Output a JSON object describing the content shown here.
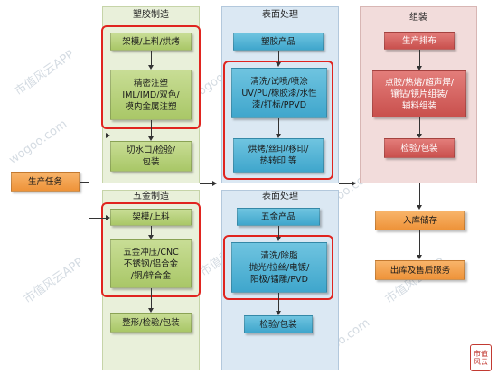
{
  "injection": {
    "title": "塑胶制造",
    "step1": "架模/上料/烘烤",
    "step2": "精密注塑\nIML/IMD/双色/\n模内金属注塑",
    "step3": "切水口/检验/\n包装"
  },
  "hardware": {
    "title": "五金制造",
    "step1": "架模/上料",
    "step2": "五金冲压/CNC\n不锈钢/铝合金\n/铜/锌合金",
    "step3": "整形/检验/包装"
  },
  "start": {
    "label": "生产任务"
  },
  "surface_plastic": {
    "title": "表面处理",
    "product": "塑胶产品",
    "step1": "清洗/试喷/喷涂\nUV/PU/橡胶漆/水性\n漆/打标/PPVD",
    "step2": "烘烤/丝印/移印/\n热转印  等"
  },
  "surface_metal": {
    "title": "表面处理",
    "product": "五金产品",
    "step1": "清洗/除脂\n抛光/拉丝/电镀/\n阳极/镭雕/PVD",
    "step2": "检验/包装"
  },
  "assembly": {
    "title": "组装",
    "step1": "生产排布",
    "step2": "点胶/热熔/超声焊/\n镶钻/镜片组装/\n辅料组装",
    "step3": "检验/包装"
  },
  "storage": {
    "label": "入库储存"
  },
  "shipping": {
    "label": "出库及售后服务"
  },
  "watermark_text": [
    "市值风云APP",
    "wogoo.com"
  ],
  "seal_text": "市值\n风云"
}
